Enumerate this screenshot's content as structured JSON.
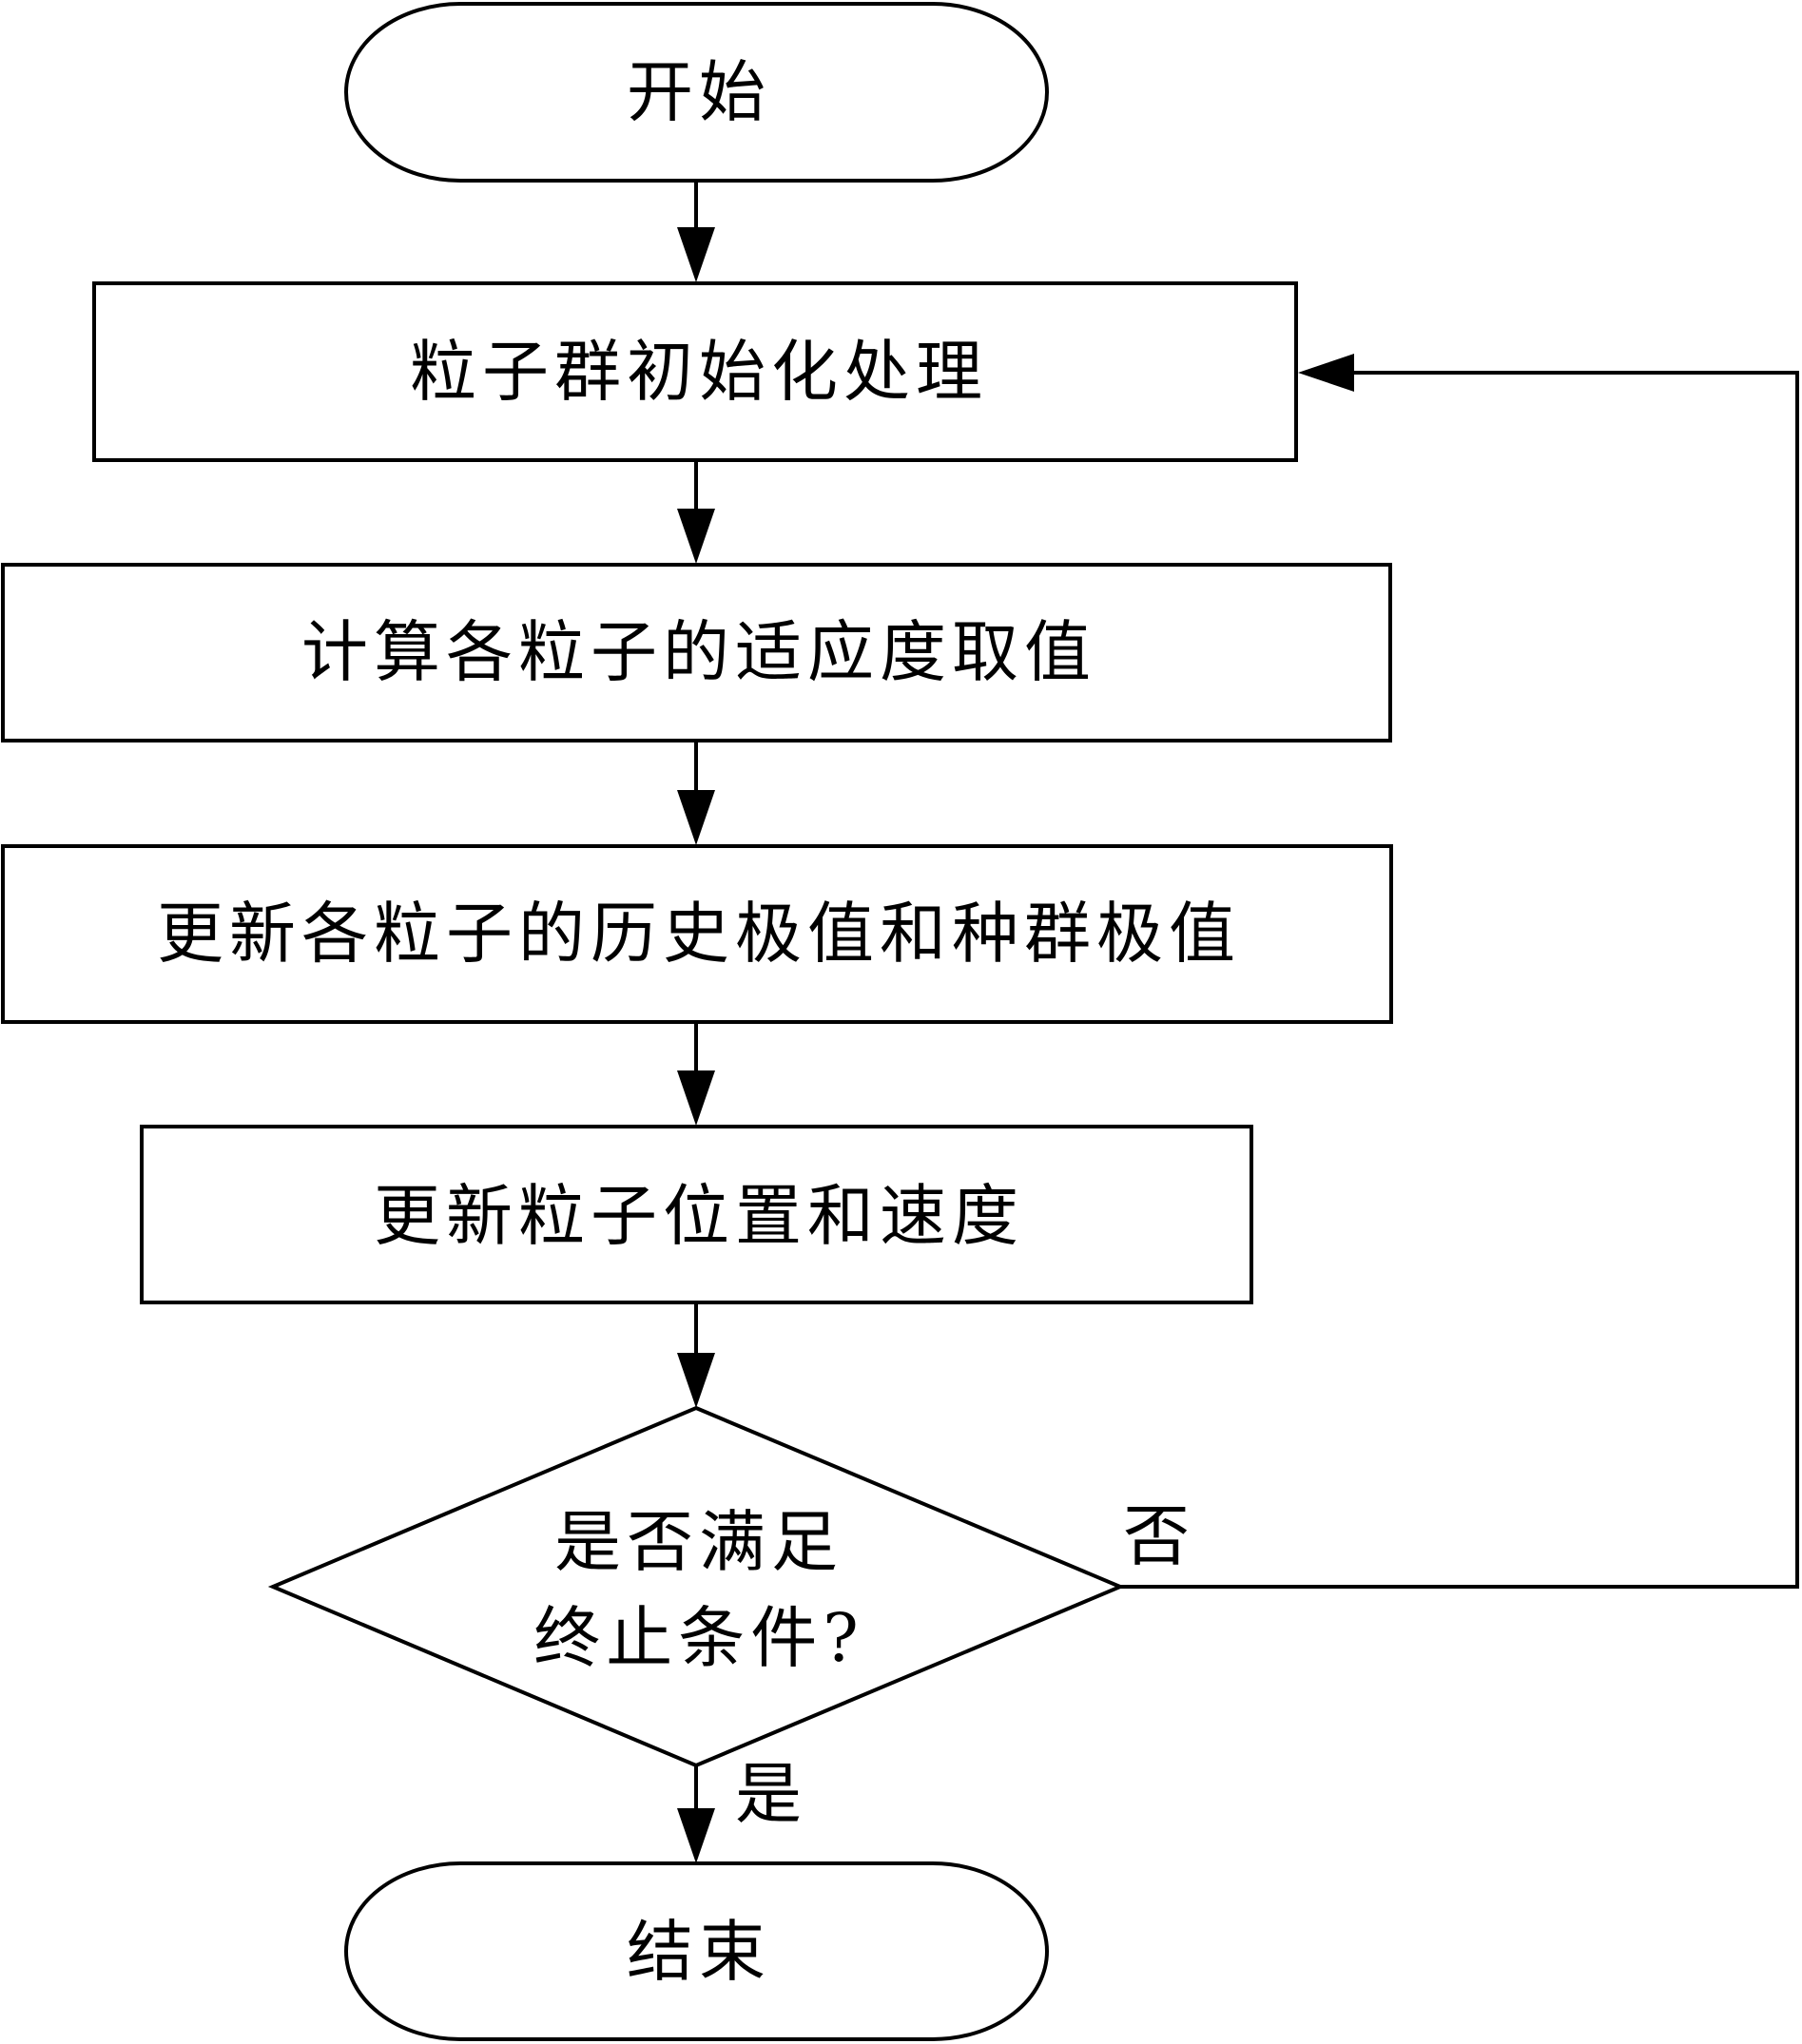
{
  "flowchart": {
    "start": {
      "label": "开始",
      "shape": "terminator"
    },
    "steps": [
      {
        "label": "粒子群初始化处理",
        "shape": "process"
      },
      {
        "label": "计算各粒子的适应度取值",
        "shape": "process"
      },
      {
        "label": "更新各粒子的历史极值和种群极值",
        "shape": "process"
      },
      {
        "label": "更新粒子位置和速度",
        "shape": "process"
      }
    ],
    "decision": {
      "label_line1": "是否满足",
      "label_line2": "终止条件?",
      "shape": "decision"
    },
    "branches": {
      "no_label": "否",
      "no_target": "粒子群初始化处理",
      "yes_label": "是",
      "yes_target": "结束"
    },
    "end": {
      "label": "结束",
      "shape": "terminator"
    }
  },
  "colors": {
    "stroke": "#000000",
    "fill": "#ffffff",
    "text": "#000000"
  }
}
